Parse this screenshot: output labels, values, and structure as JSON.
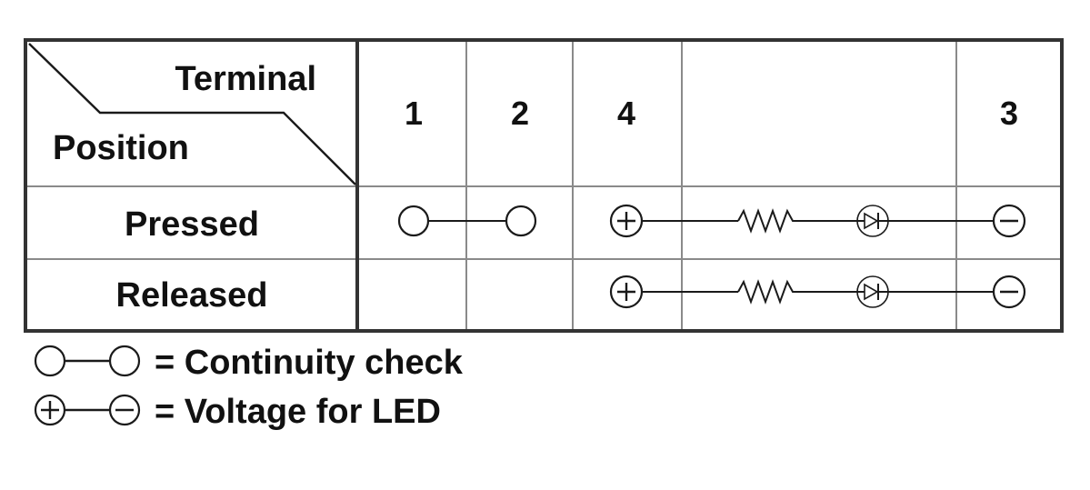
{
  "header": {
    "terminal_label": "Terminal",
    "position_label": "Position",
    "terminals": [
      "1",
      "2",
      "4",
      "3"
    ]
  },
  "rows": [
    {
      "position": "Pressed"
    },
    {
      "position": "Released"
    }
  ],
  "legend": {
    "continuity_text": "= Continuity check",
    "voltage_text": "= Voltage for LED"
  },
  "icons": {
    "open-terminal": "circle",
    "positive-terminal": "plus-in-circle",
    "negative-terminal": "minus-in-circle",
    "resistor": "zigzag",
    "led": "diode-in-circle"
  },
  "colors": {
    "border_outer": "#333333",
    "border_inner": "#8a8a8a",
    "text": "#111111"
  }
}
